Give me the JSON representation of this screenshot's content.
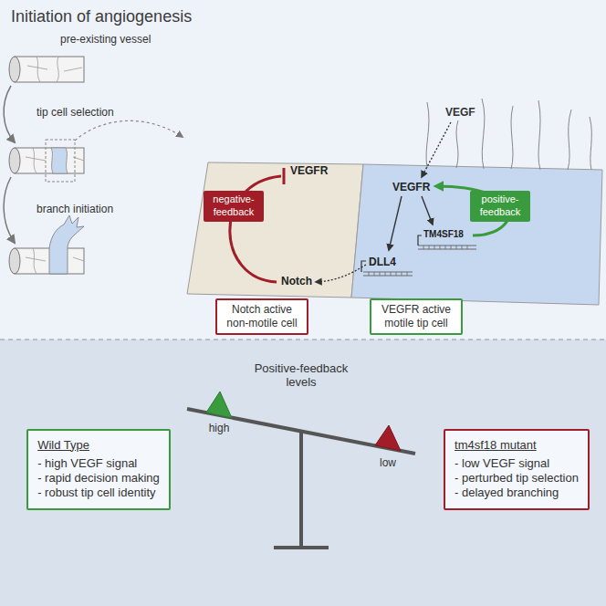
{
  "diagram": {
    "title": "Initiation of angiogenesis",
    "nodes": [
      {
        "text": [
          "VEGFR",
          "Notch"
        ]
      },
      {
        "text": [
          "negative-feedback"
        ],
        "in": 0
      },
      {
        "text": [
          "VEGFR",
          "TM4SF18",
          "DLL4"
        ]
      },
      {
        "text": [
          "positive-feedback"
        ],
        "in": 2
      },
      {
        "text": [
          "Notch active non-motile cell"
        ]
      },
      {
        "text": [
          "VEGFR active motile tip cell"
        ]
      },
      {
        "text": [
          "Wild Type",
          "- high VEGF signal",
          "- rapid decision making",
          "- robust tip cell identity"
        ]
      },
      {
        "text": [
          "tm4sf18 mutant",
          "- low VEGF signal",
          "- perturbed tip selection",
          "- delayed branching"
        ]
      }
    ],
    "labels": [
      "pre-existing vessel",
      "tip cell selection",
      "branch initiation",
      "VEGF",
      "Positive-feedback levels",
      "high",
      "low"
    ]
  }
}
